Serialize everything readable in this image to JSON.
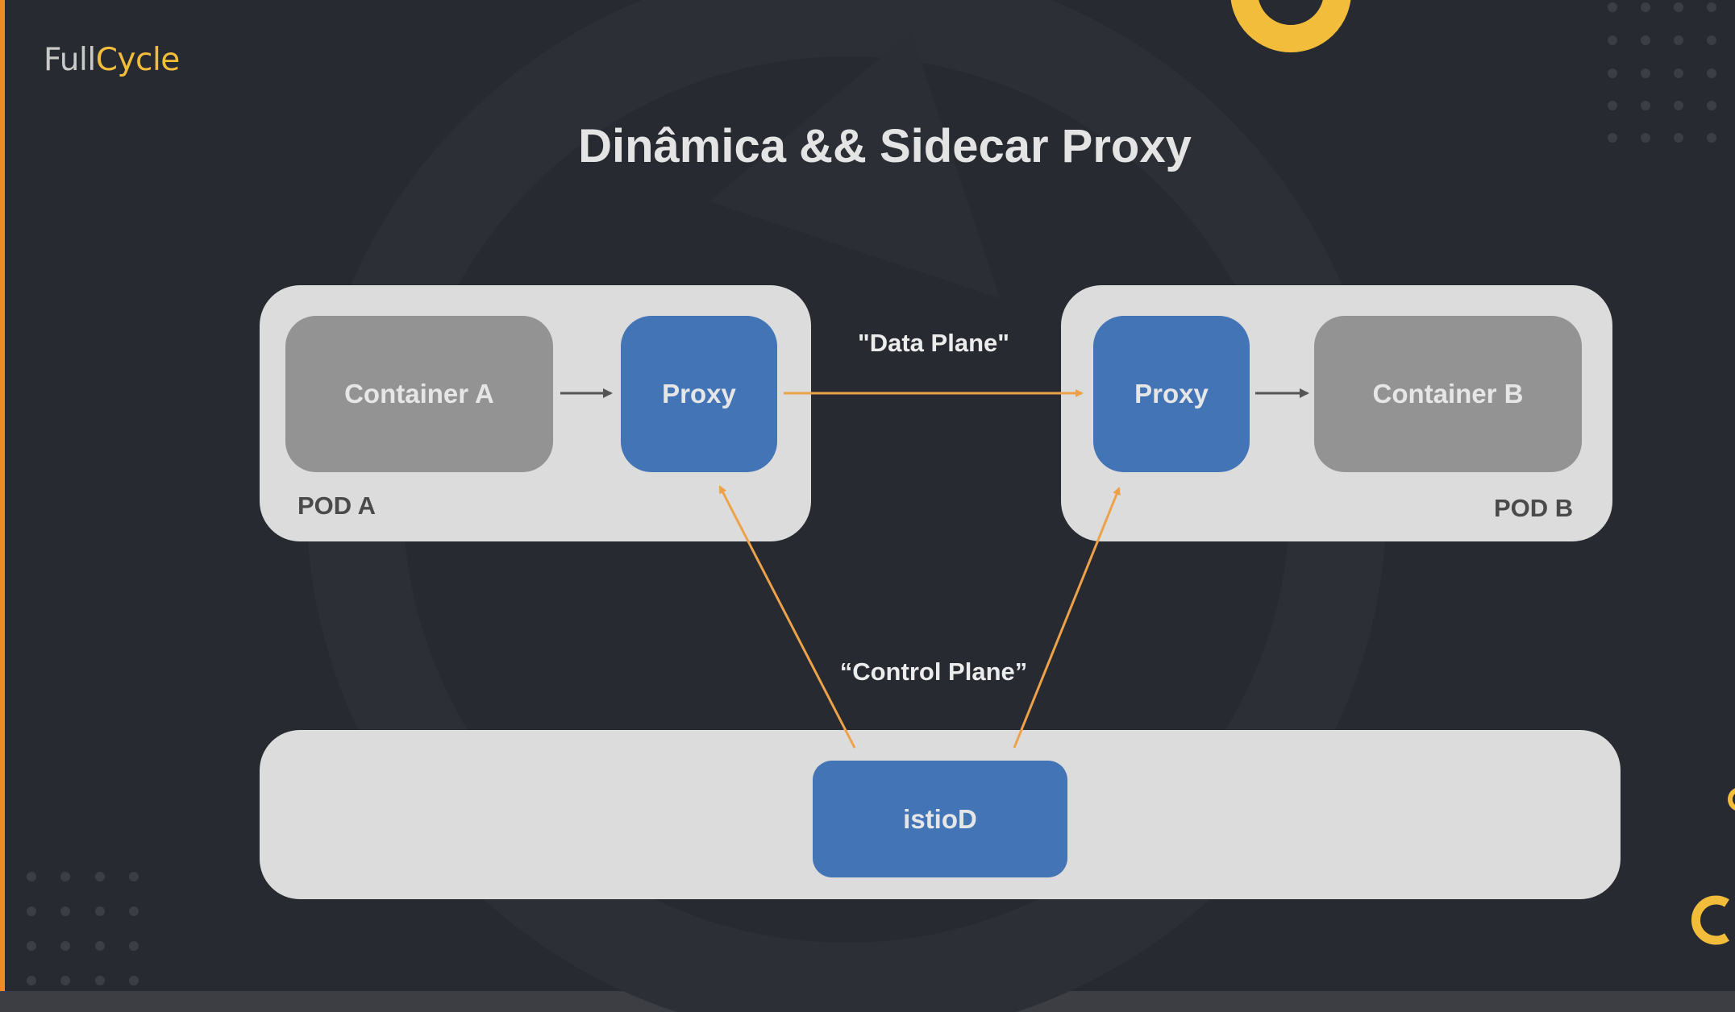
{
  "brand": {
    "full": "Full",
    "cycle": "Cycle"
  },
  "title": "Dinâmica && Sidecar Proxy",
  "pod_a": {
    "label": "POD A",
    "container": "Container A",
    "proxy": "Proxy"
  },
  "pod_b": {
    "label": "POD B",
    "container": "Container B",
    "proxy": "Proxy"
  },
  "data_plane_label": "\"Data Plane\"",
  "control_plane_label": "“Control Plane”",
  "control_plane": {
    "node": "istioD"
  },
  "colors": {
    "background": "#282a32",
    "pod": "#dcdcdc",
    "container": "#939393",
    "proxy": "#4375b6",
    "arrow_data_control": "#eda24a",
    "arrow_internal": "#555555",
    "accent": "#f2bd3b",
    "left_accent": "#f08a24"
  }
}
